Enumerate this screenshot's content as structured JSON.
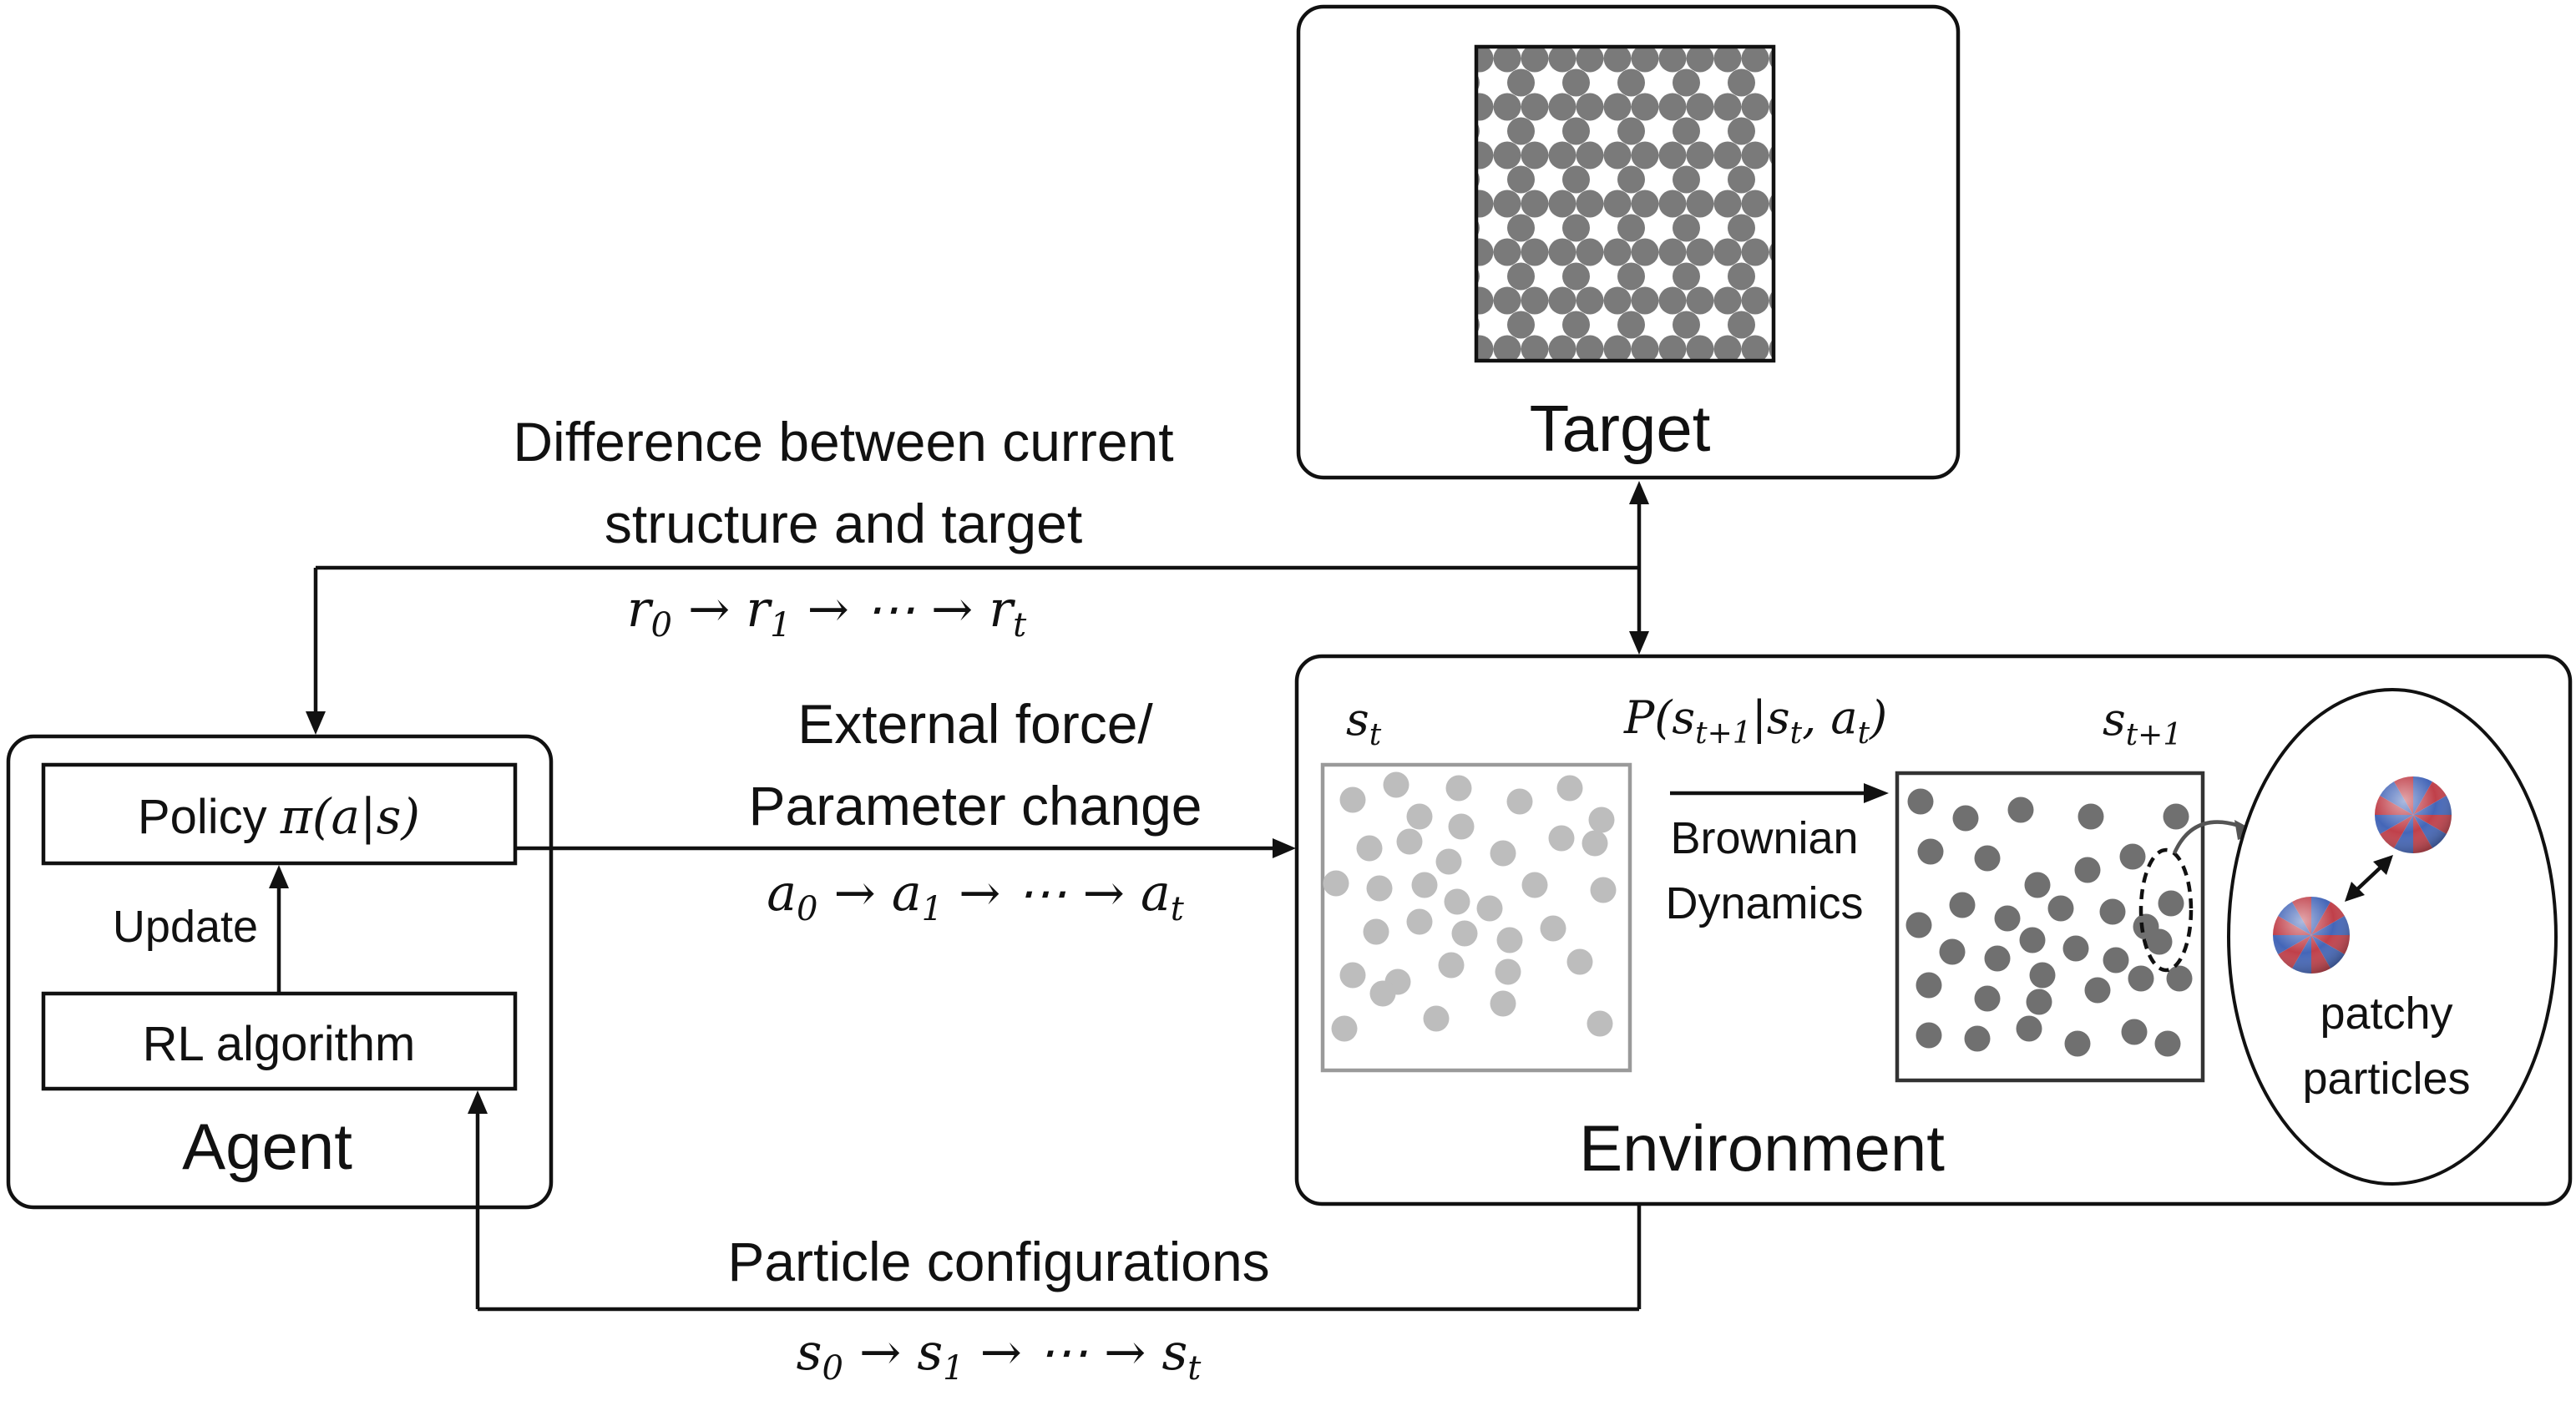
{
  "target": {
    "label": "Target"
  },
  "agent": {
    "label": "Agent",
    "policy_label": "Policy π(a|s)",
    "update_label": "Update",
    "rl_label": "RL algorithm"
  },
  "environment": {
    "label": "Environment",
    "state_label": "s_t",
    "next_state_label": "s_{t+1}",
    "transition_label": "P(s_{t+1}|s_t, a_t)",
    "dynamics_line1": "Brownian",
    "dynamics_line2": "Dynamics",
    "patchy_line1": "patchy",
    "patchy_line2": "particles"
  },
  "reward": {
    "text_line1": "Difference between current",
    "text_line2": "structure and target",
    "sequence": "r_0 → r_1 → ⋯ → r_t"
  },
  "action": {
    "text_line1": "External force/",
    "text_line2": "Parameter change",
    "sequence": "a_0 → a_1 → ⋯ → a_t"
  },
  "observation": {
    "text": "Particle configurations",
    "sequence": "s_0 → s_1 → ⋯ → s_t"
  },
  "colors": {
    "light_particle": "#bdbdbd",
    "dark_particle": "#707070",
    "target_particle": "#7a7a7a",
    "patch_red": "#c0404a",
    "patch_blue": "#4466b8"
  }
}
